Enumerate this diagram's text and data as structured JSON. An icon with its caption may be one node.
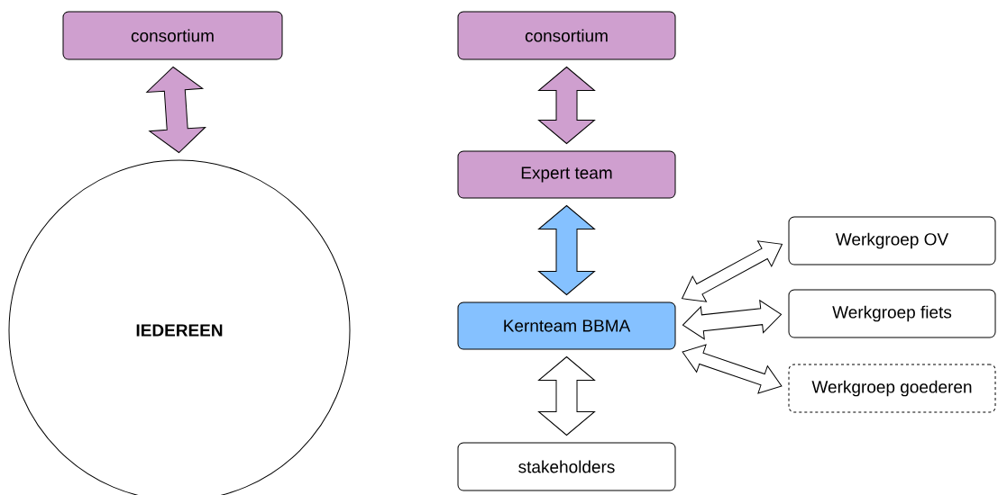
{
  "diagram": {
    "nodes": [
      {
        "text": [
          "consortium"
        ]
      },
      {
        "text": [
          "IEDEREEN"
        ]
      },
      {
        "text": [
          "consortium"
        ]
      },
      {
        "text": [
          "Expert team"
        ]
      },
      {
        "text": [
          "Kernteam BBMA"
        ]
      },
      {
        "text": [
          "Werkgroep OV"
        ]
      },
      {
        "text": [
          "Werkgroep fiets"
        ]
      },
      {
        "text": [
          "Werkgroep goederen"
        ]
      },
      {
        "text": [
          "stakeholders"
        ]
      }
    ],
    "edges": [
      {
        "from": 0,
        "to": 1,
        "arrow": "both",
        "color": "#cf9fcf"
      },
      {
        "from": 2,
        "to": 3,
        "arrow": "both",
        "color": "#cf9fcf"
      },
      {
        "from": 3,
        "to": 4,
        "arrow": "both",
        "color": "#85c1ff"
      },
      {
        "from": 4,
        "to": 5,
        "arrow": "both"
      },
      {
        "from": 4,
        "to": 6,
        "arrow": "both"
      },
      {
        "from": 4,
        "to": 7,
        "arrow": "both"
      },
      {
        "from": 4,
        "to": 8,
        "arrow": "both"
      }
    ]
  }
}
